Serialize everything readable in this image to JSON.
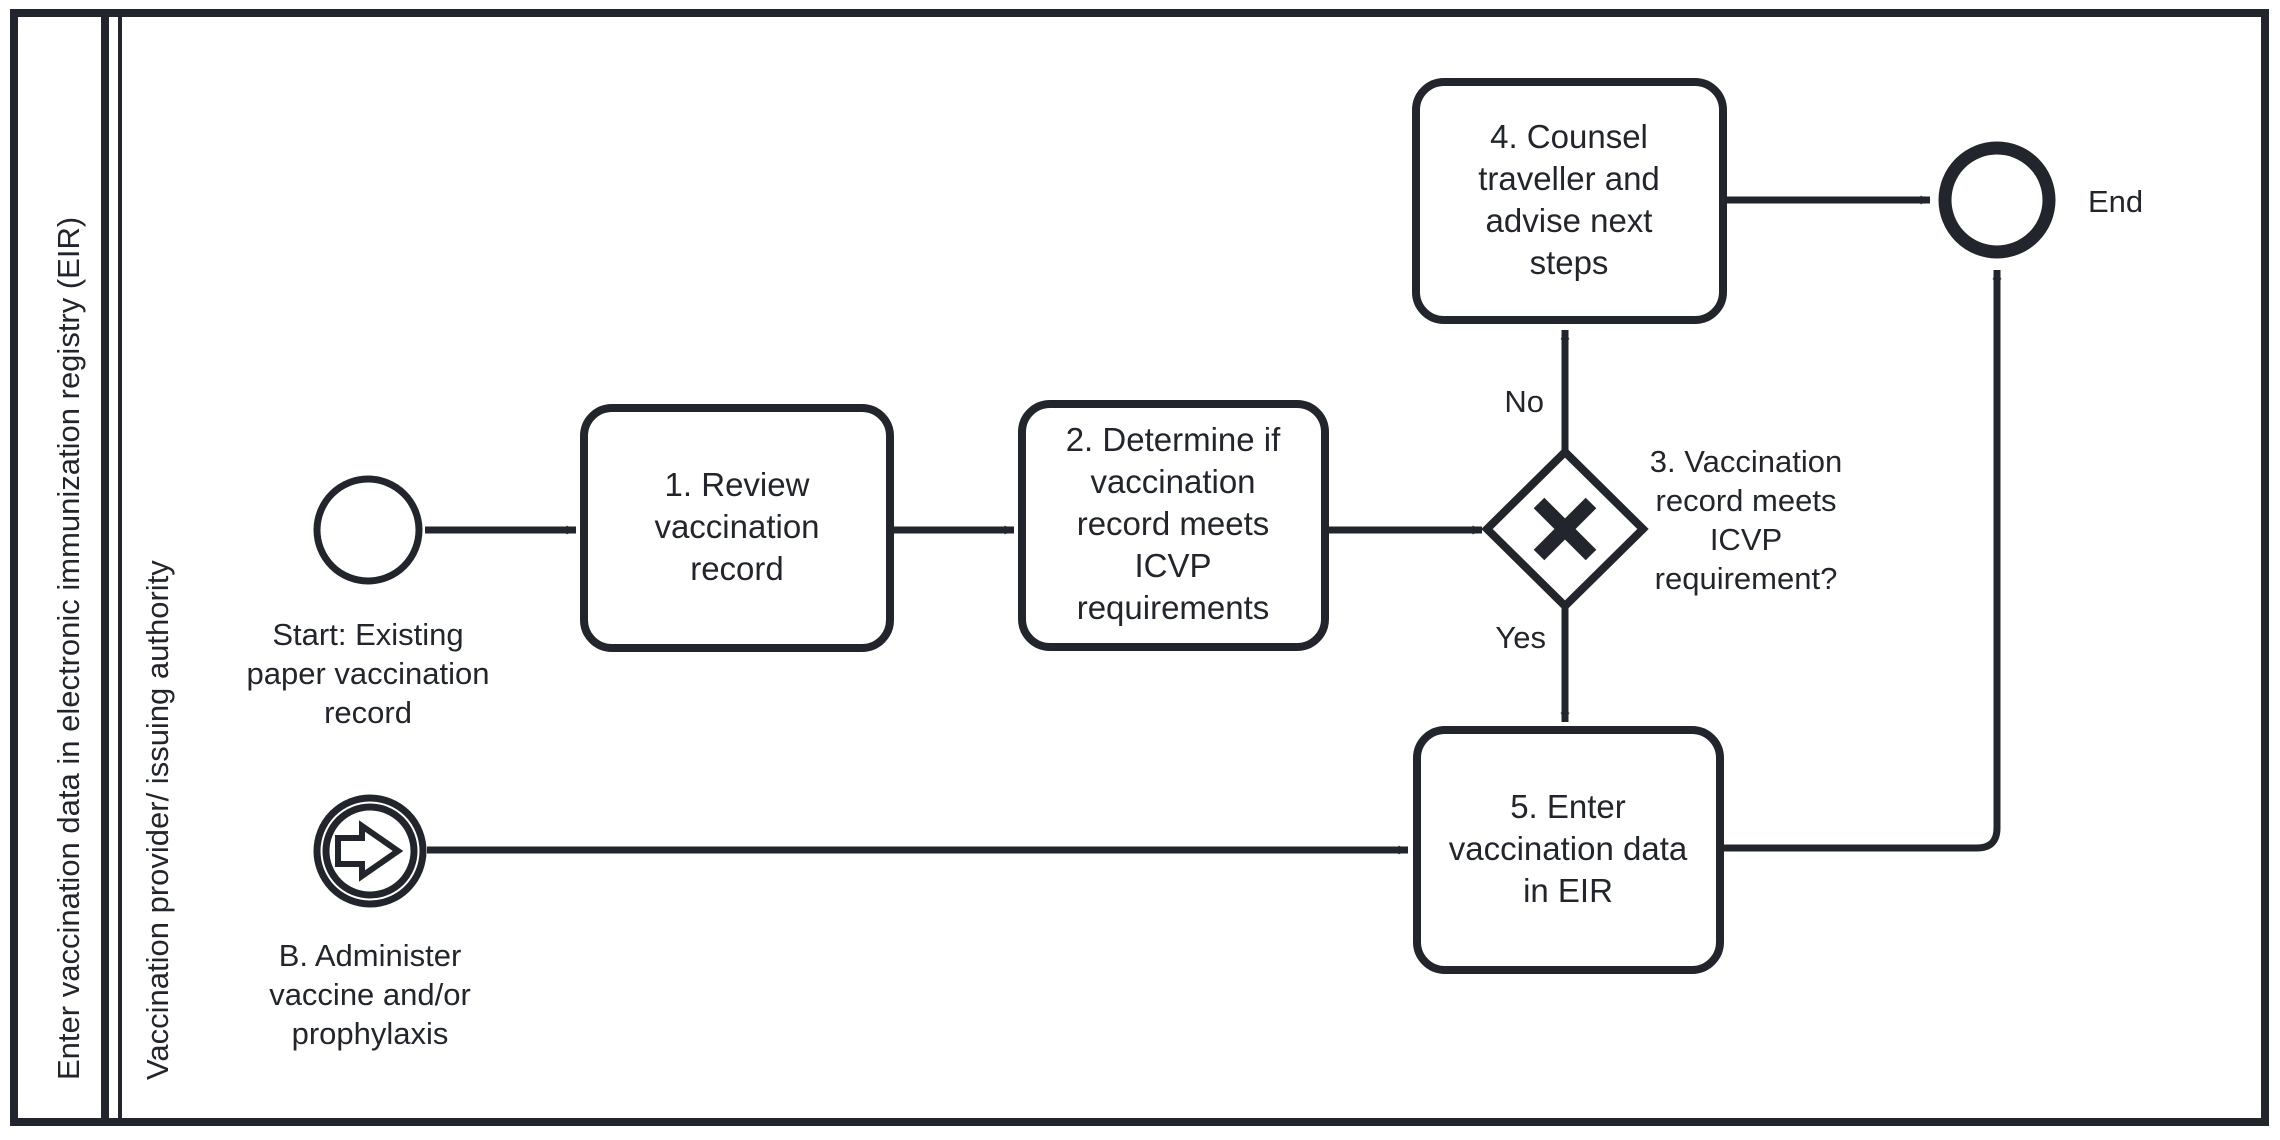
{
  "diagram": {
    "type": "bpmn-process-flow",
    "pool": {
      "label": "Enter vaccination data in electronic immunization registry (EIR)"
    },
    "lane": {
      "label": "Vaccination provider/ issuing authority"
    },
    "colors": {
      "stroke": "#22252b",
      "text": "#22252b",
      "background": "#ffffff"
    },
    "events": {
      "start": {
        "type": "start-event",
        "label": "Start: Existing paper vaccination record"
      },
      "link_catch": {
        "type": "link-catch-event",
        "label": "B. Administer vaccine and/or prophylaxis"
      },
      "end": {
        "type": "end-event",
        "label": "End"
      }
    },
    "tasks": [
      {
        "id": "task1",
        "label": "1. Review vaccination record"
      },
      {
        "id": "task2",
        "label": "2. Determine if vaccination record meets ICVP requirements"
      },
      {
        "id": "task4",
        "label": "4. Counsel traveller and advise next steps"
      },
      {
        "id": "task5",
        "label": "5. Enter vaccination data in EIR"
      }
    ],
    "gateway": {
      "id": "gateway3",
      "type": "exclusive-gateway",
      "marker": "X",
      "label": "3. Vaccination record meets ICVP requirement?"
    },
    "flow_labels": {
      "no": "No",
      "yes": "Yes"
    },
    "task1_lines": [
      "1. Review",
      "vaccination",
      "record"
    ],
    "task2_lines": [
      "2. Determine if",
      "vaccination",
      "record meets",
      "ICVP",
      "requirements"
    ],
    "task4_lines": [
      "4. Counsel",
      "traveller and",
      "advise next",
      "steps"
    ],
    "task5_lines": [
      "5. Enter",
      "vaccination data",
      "in EIR"
    ],
    "gateway_lines": [
      "3. Vaccination",
      "record meets",
      "ICVP",
      "requirement?"
    ],
    "start_label_lines": [
      "Start: Existing",
      "paper vaccination",
      "record"
    ],
    "link_label_lines": [
      "B. Administer",
      "vaccine and/or",
      "prophylaxis"
    ]
  }
}
